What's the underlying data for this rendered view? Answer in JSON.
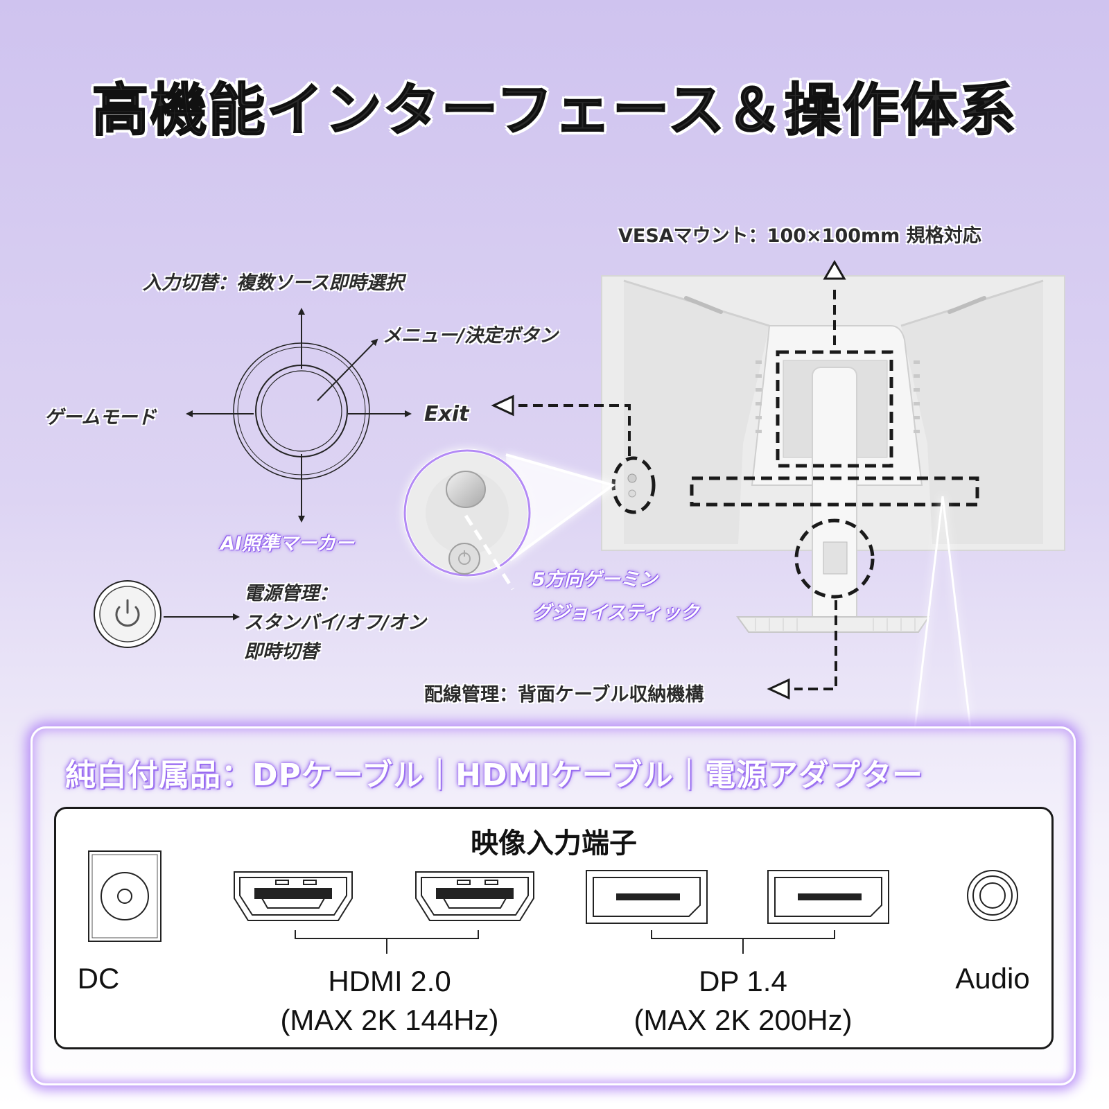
{
  "title": "高機能インターフェース＆操作体系",
  "vesa": "VESAマウント：100×100mm 規格対応",
  "joystick": {
    "up": "入力切替：複数ソース即時選択",
    "center": "メニュー/決定ボタン",
    "left": "ゲームモード",
    "right": "Exit",
    "down": "AI照準マーカー"
  },
  "stick_caption": [
    "5方向ゲーミン",
    "グジョイスティック"
  ],
  "power": [
    "電源管理：",
    "スタンバイ/オフ/オン",
    "即時切替"
  ],
  "cable": "配線管理：背面ケーブル収納機構",
  "accessories": "純白付属品：DPケーブル｜HDMIケーブル｜電源アダプター",
  "ports": {
    "title": "映像入力端子",
    "dc": "DC",
    "hdmi": [
      "HDMI 2.0",
      "(MAX 2K 144Hz)"
    ],
    "dp": [
      "DP 1.4",
      "(MAX 2K 200Hz)"
    ],
    "audio": "Audio"
  },
  "colors": {
    "accent": "#9a6df0",
    "bg_top": "#cfc3ef",
    "text": "#2a2a2a"
  }
}
